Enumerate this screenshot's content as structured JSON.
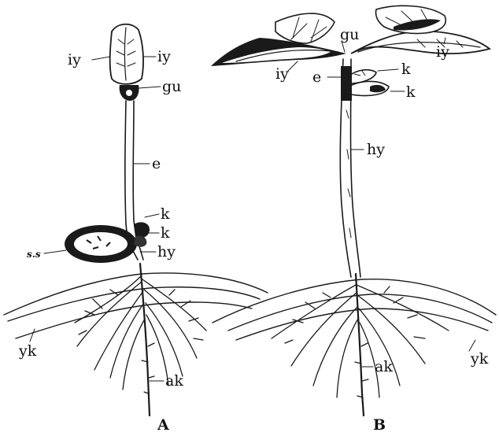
{
  "figure": {
    "plant_a": {
      "caption": "A",
      "labels": {
        "iy_left": "iy",
        "iy_right": "iy",
        "gu": "gu",
        "e": "e",
        "k_upper": "k",
        "k_lower": "k",
        "ss": "s.s",
        "hy": "hy",
        "yk": "yk",
        "ak": "ak"
      }
    },
    "plant_b": {
      "caption": "B",
      "labels": {
        "gu": "gu",
        "iy_left": "iy",
        "iy_right": "iy",
        "e": "e",
        "k_upper": "k",
        "k_lower": "k",
        "hy": "hy",
        "ak": "ak",
        "yk": "yk"
      }
    }
  }
}
